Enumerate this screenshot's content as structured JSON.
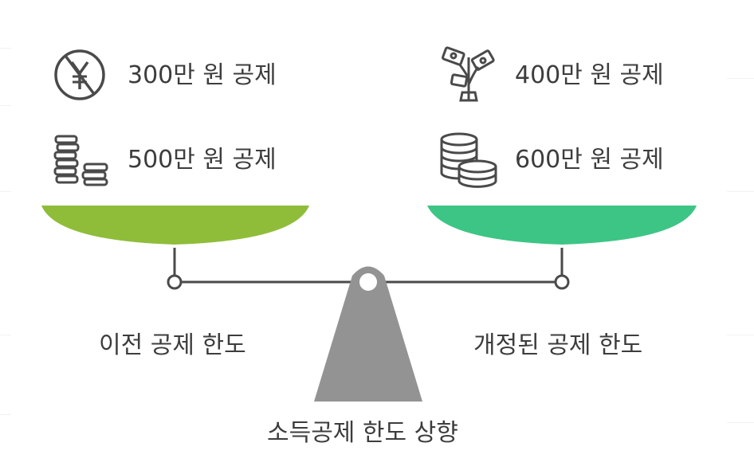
{
  "left": {
    "items": [
      {
        "icon": "yen-coin-icon",
        "label": "300만 원 공제"
      },
      {
        "icon": "coin-stacks-icon",
        "label": "500만 원 공제"
      }
    ],
    "pan_label": "이전 공제 한도",
    "pan_color": "#8fbd3a"
  },
  "right": {
    "items": [
      {
        "icon": "money-plant-icon",
        "label": "400만 원 공제"
      },
      {
        "icon": "coin-pile-icon",
        "label": "600만 원 공제"
      }
    ],
    "pan_label": "개정된 공제 한도",
    "pan_color": "#3cc585"
  },
  "fulcrum_label": "소득공제 한도 상향",
  "fulcrum_color": "#939393",
  "beam_color": "#4a4a4a"
}
